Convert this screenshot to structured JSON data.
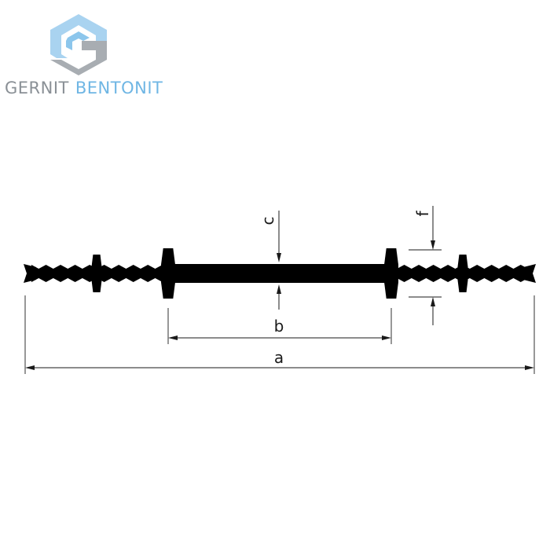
{
  "brand": {
    "word1": "GERNIT",
    "word2": "BENTONIT",
    "color_gray": "#8a9096",
    "color_blue": "#6fb6e4"
  },
  "diagram": {
    "profile_color": "#000000",
    "dimensions": {
      "a": "a",
      "b": "b",
      "c": "c",
      "f": "f"
    }
  }
}
